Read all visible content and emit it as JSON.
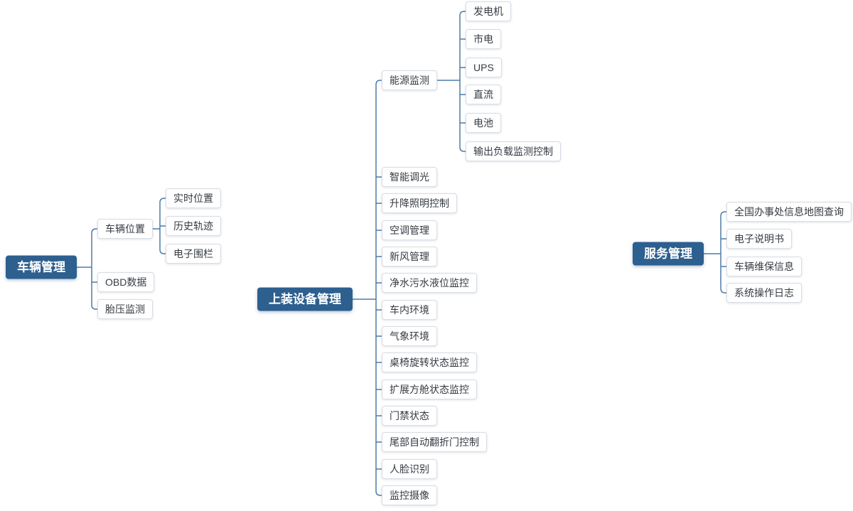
{
  "colors": {
    "root_bg": "#2d5f8f",
    "root_text": "#ffffff",
    "node_bg": "#ffffff",
    "node_border": "#d8dde5",
    "node_text": "#363b42",
    "connector": "#4d7ba8"
  },
  "mindmap": {
    "roots": [
      {
        "label": "车辆管理",
        "children": [
          {
            "label": "车辆位置",
            "children": [
              {
                "label": "实时位置"
              },
              {
                "label": "历史轨迹"
              },
              {
                "label": "电子围栏"
              }
            ]
          },
          {
            "label": "OBD数据"
          },
          {
            "label": "胎压监测"
          }
        ]
      },
      {
        "label": "上装设备管理",
        "children": [
          {
            "label": "能源监测",
            "children": [
              {
                "label": "发电机"
              },
              {
                "label": "市电"
              },
              {
                "label": "UPS"
              },
              {
                "label": "直流"
              },
              {
                "label": "电池"
              },
              {
                "label": "输出负载监测控制"
              }
            ]
          },
          {
            "label": "智能调光"
          },
          {
            "label": "升降照明控制"
          },
          {
            "label": "空调管理"
          },
          {
            "label": "新风管理"
          },
          {
            "label": "净水污水液位监控"
          },
          {
            "label": "车内环境"
          },
          {
            "label": "气象环境"
          },
          {
            "label": "桌椅旋转状态监控"
          },
          {
            "label": "扩展方舱状态监控"
          },
          {
            "label": "门禁状态"
          },
          {
            "label": "尾部自动翻折门控制"
          },
          {
            "label": "人脸识别"
          },
          {
            "label": "监控摄像"
          }
        ]
      },
      {
        "label": "服务管理",
        "children": [
          {
            "label": "全国办事处信息地图查询"
          },
          {
            "label": "电子说明书"
          },
          {
            "label": "车辆维保信息"
          },
          {
            "label": "系统操作日志"
          }
        ]
      }
    ]
  }
}
